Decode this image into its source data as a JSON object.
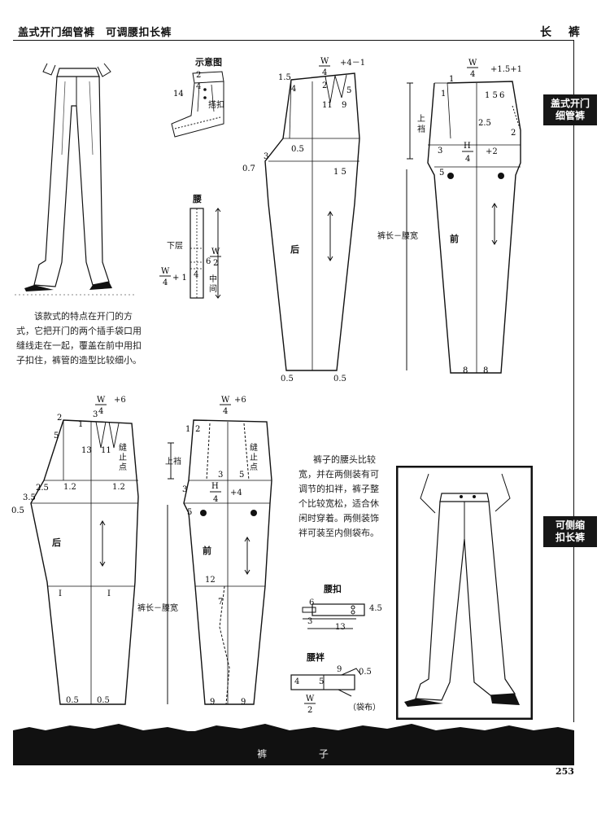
{
  "header": {
    "left": "盖式开门细管裤　可调腰扣长裤",
    "right": "长 裤"
  },
  "tabs": {
    "top": [
      "盖式开门",
      "细管裤"
    ],
    "bottom": [
      "可侧缩",
      "扣长裤"
    ]
  },
  "descriptions": {
    "top": [
      "该款式的特点在开门的方",
      "式，它把开门的两个插手袋口用",
      "缝线走在一起，覆盖在前中用扣",
      "子扣住，裤管的造型比较细小。"
    ],
    "bottom": [
      "裤子的腰头比较",
      "宽，并在两侧装有可",
      "调节的扣袢，裤子整",
      "个比较宽松，适合休",
      "闲时穿着。两侧装饰",
      "袢可装至内侧袋布。"
    ]
  },
  "diagrams": {
    "sketch_title": "示意图",
    "waist_title": "腰",
    "buckle_title": "腰扣",
    "tab_title": "腰袢",
    "back_label": "后",
    "front_label": "前",
    "rise_label": "上裆",
    "length_label": "裤长－腰宽",
    "lower_layer": "下层",
    "middle": "中间",
    "overlap": "搭扣",
    "stop_point": "缝止点",
    "pocket_cloth": "（袋布）",
    "top_back_waist": "+4－1",
    "top_front_waist": "+1.5+1",
    "bottom_waist": "+6",
    "hip_front_top": "+2",
    "hip_front_bottom": "+4",
    "hem_top_back": [
      "0.5",
      "0.5"
    ],
    "hem_top_front": [
      "8",
      "8"
    ],
    "hem_bottom_back": [
      "0.5",
      "0.5"
    ],
    "hem_bottom_front": [
      "9",
      "9"
    ],
    "crotch_back_bottom": [
      "1.2",
      "1.2"
    ],
    "knee_front_bottom": "12",
    "buckle_dims": [
      "6",
      "4.5",
      "13",
      "3"
    ],
    "tab_dims": [
      "9",
      "0.5",
      "4",
      "5"
    ]
  },
  "footer": {
    "band_text": "裤 子",
    "page_number": "253"
  }
}
